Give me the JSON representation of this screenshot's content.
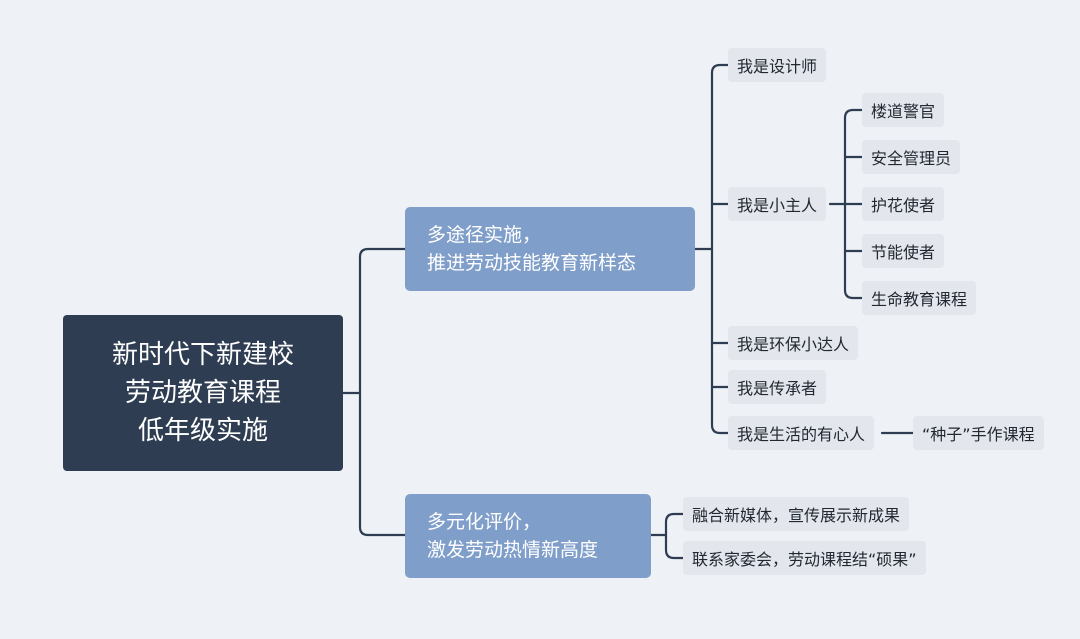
{
  "mindmap": {
    "root": {
      "lines": [
        "新时代下新建校",
        "劳动教育课程",
        "低年级实施"
      ]
    },
    "branches": [
      {
        "lines": [
          "多途径实施，",
          "推进劳动技能教育新样态"
        ],
        "children": [
          {
            "label": "我是设计师"
          },
          {
            "label": "我是小主人",
            "children": [
              "楼道警官",
              "安全管理员",
              "护花使者",
              "节能使者",
              "生命教育课程"
            ]
          },
          {
            "label": "我是环保小达人"
          },
          {
            "label": "我是传承者"
          },
          {
            "label": "我是生活的有心人",
            "children": [
              "“种子”手作课程"
            ]
          }
        ]
      },
      {
        "lines": [
          "多元化评价，",
          "激发劳动热情新高度"
        ],
        "children": [
          {
            "label": "融合新媒体，宣传展示新成果"
          },
          {
            "label": "联系家委会，劳动课程结“硕果”"
          }
        ]
      }
    ]
  },
  "colors": {
    "background": "#eef1f6",
    "root_fill": "#2e3d52",
    "branch_fill": "#7f9ec9",
    "leaf_fill": "#e3e7ed",
    "connector": "#2e3d52"
  }
}
